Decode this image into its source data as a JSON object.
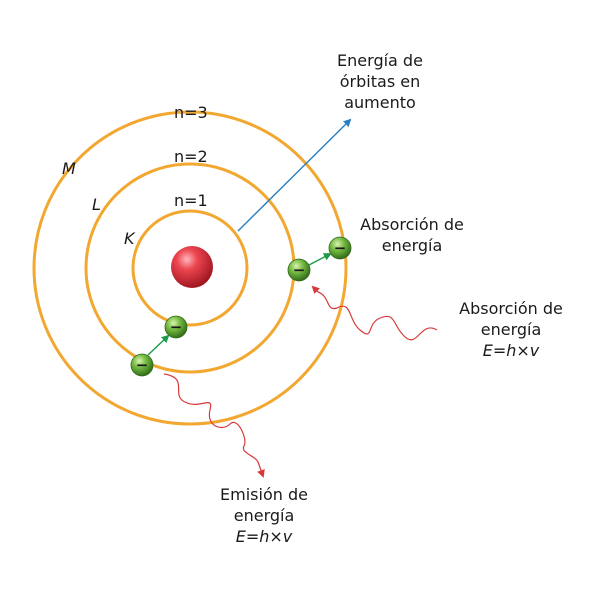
{
  "orbits": [
    {
      "level": "n=1",
      "shell": "K"
    },
    {
      "level": "n=2",
      "shell": "L"
    },
    {
      "level": "n=3",
      "shell": "M"
    }
  ],
  "annotations": {
    "increasing_energy": [
      "Energía de",
      "órbitas en",
      "aumento"
    ],
    "absorption_near": [
      "Absorción de",
      "energía"
    ],
    "absorption_far": [
      "Absorción de",
      "energía",
      "E=h×v"
    ],
    "emission": [
      "Emisión de",
      "energía",
      "E=h×v"
    ]
  },
  "electron_symbol": "−",
  "colors": {
    "orbit": "#f2a830",
    "nucleus": "#e0303a",
    "electron": "#6fb33c",
    "transition_arrow": "#1a9a4a",
    "photon_wave": "#d83a3a",
    "energy_arrow": "#2a7fc0"
  }
}
